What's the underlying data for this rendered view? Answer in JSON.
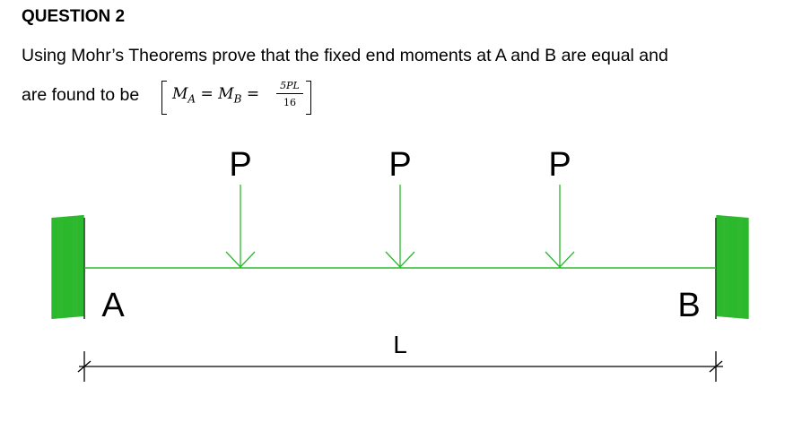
{
  "question": {
    "title": "QUESTION 2",
    "line1": "Using Mohr’s Theorems prove that the fixed end moments at A and B are equal and",
    "line2_prefix": "are found to be",
    "formula": {
      "lhs": "M",
      "lhs_sub": "A",
      "eq1": "=",
      "mid": "M",
      "mid_sub": "B",
      "eq2": "=",
      "numerator": "5PL",
      "denominator": "16"
    }
  },
  "diagram": {
    "loads": [
      "P",
      "P",
      "P"
    ],
    "support_left_label": "A",
    "support_right_label": "B",
    "span_label": "L",
    "beam_color": "#2db82d",
    "line_color": "#000000"
  }
}
